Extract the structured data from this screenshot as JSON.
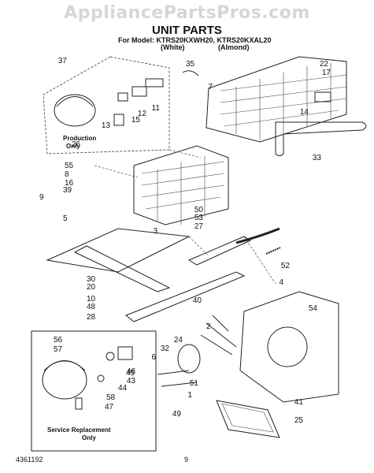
{
  "watermark": "AppliancePartsPros.com",
  "title": "UNIT PARTS",
  "model_line": "For Model: KTRS20KXWH20, KTRS20KXAL20",
  "color_white": "(White)",
  "color_almond": "(Almond)",
  "production_note": [
    "Production",
    "Only"
  ],
  "service_note": [
    "Service Replacement",
    "Only"
  ],
  "part_number": "4361192",
  "page_number": "9",
  "callouts": [
    "37",
    "35",
    "22",
    "17",
    "7",
    "14",
    "11",
    "12",
    "15",
    "13",
    "26",
    "33",
    "55",
    "8",
    "16",
    "9",
    "39",
    "50",
    "53",
    "27",
    "3",
    "5",
    "52",
    "4",
    "30",
    "20",
    "10",
    "48",
    "40",
    "54",
    "28",
    "56",
    "57",
    "32",
    "24",
    "2",
    "6",
    "46",
    "43",
    "45",
    "44",
    "58",
    "47",
    "51",
    "1",
    "49",
    "41",
    "25"
  ]
}
